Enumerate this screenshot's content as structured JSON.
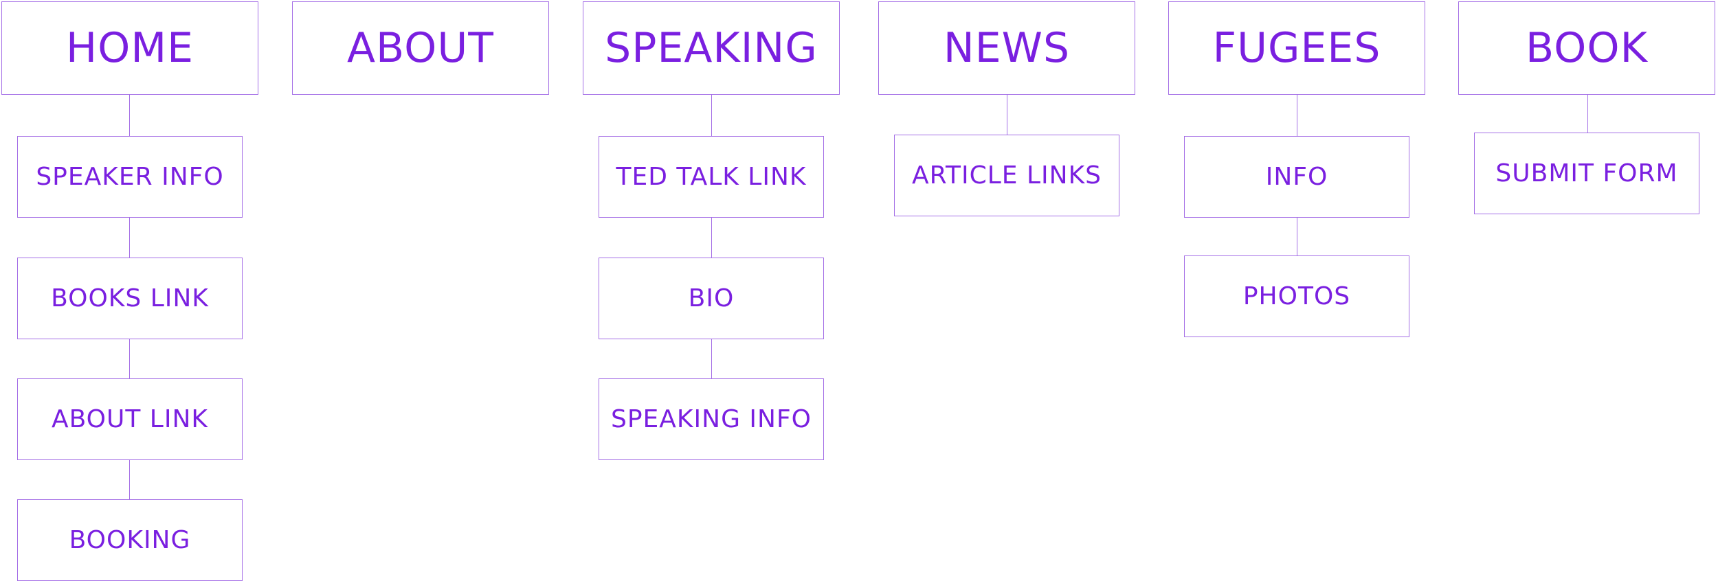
{
  "colors": {
    "accent": "#7a1fe0",
    "border": "#a46ee6",
    "background": "#ffffff"
  },
  "sections": [
    {
      "label": "HOME",
      "children": [
        "SPEAKER INFO",
        "BOOKS LINK",
        "ABOUT LINK",
        "BOOKING"
      ]
    },
    {
      "label": "ABOUT",
      "children": []
    },
    {
      "label": "SPEAKING",
      "children": [
        "TED TALK LINK",
        "BIO",
        "SPEAKING INFO"
      ]
    },
    {
      "label": "NEWS",
      "children": [
        "ARTICLE LINKS"
      ]
    },
    {
      "label": "FUGEES",
      "children": [
        "INFO",
        "PHOTOS"
      ]
    },
    {
      "label": "BOOK",
      "children": [
        "SUBMIT FORM"
      ]
    }
  ]
}
